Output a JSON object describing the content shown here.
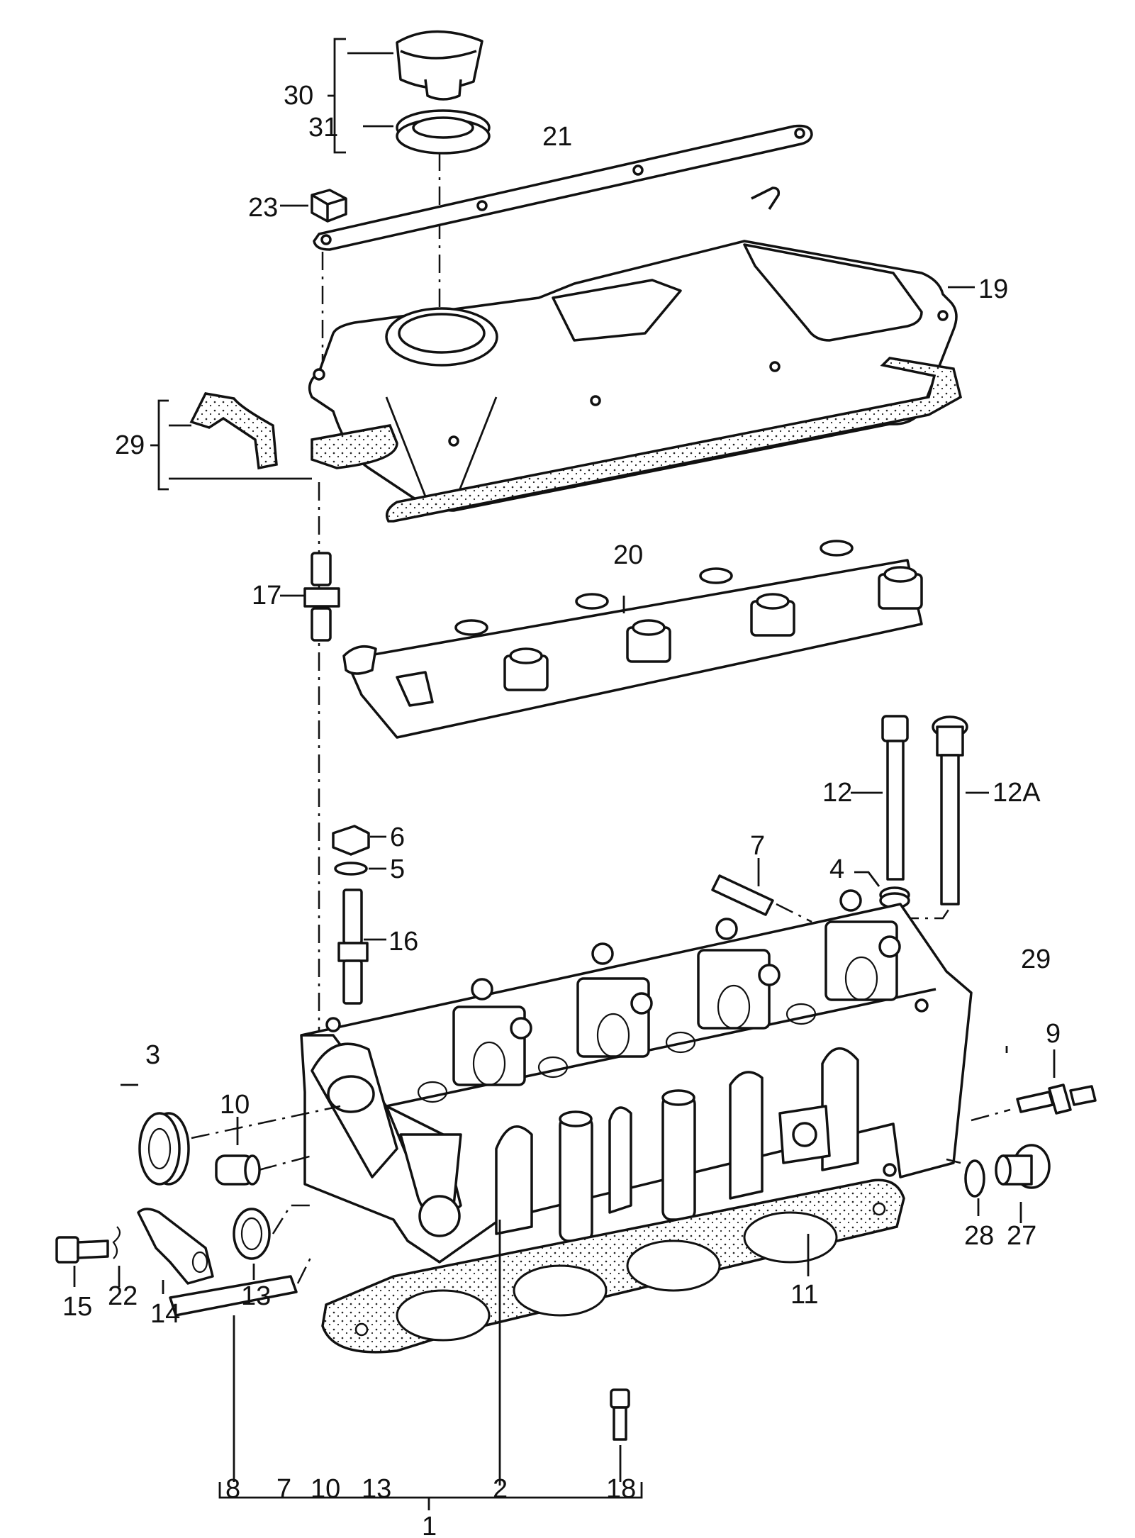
{
  "diagram": {
    "labels": [
      {
        "id": "p30",
        "text": "30"
      },
      {
        "id": "p31",
        "text": "31"
      },
      {
        "id": "p21",
        "text": "21"
      },
      {
        "id": "p23",
        "text": "23"
      },
      {
        "id": "p19",
        "text": "19"
      },
      {
        "id": "p29a",
        "text": "29"
      },
      {
        "id": "p20",
        "text": "20"
      },
      {
        "id": "p17",
        "text": "17"
      },
      {
        "id": "p12",
        "text": "12"
      },
      {
        "id": "p12A",
        "text": "12A"
      },
      {
        "id": "p6",
        "text": "6"
      },
      {
        "id": "p5",
        "text": "5"
      },
      {
        "id": "p7",
        "text": "7"
      },
      {
        "id": "p4",
        "text": "4"
      },
      {
        "id": "p16",
        "text": "16"
      },
      {
        "id": "p29b",
        "text": "29"
      },
      {
        "id": "p9",
        "text": "9"
      },
      {
        "id": "p3",
        "text": "3"
      },
      {
        "id": "p10",
        "text": "10"
      },
      {
        "id": "p28",
        "text": "28"
      },
      {
        "id": "p27",
        "text": "27"
      },
      {
        "id": "p15",
        "text": "15"
      },
      {
        "id": "p22",
        "text": "22"
      },
      {
        "id": "p14",
        "text": "14"
      },
      {
        "id": "p13",
        "text": "13"
      },
      {
        "id": "p11",
        "text": "11"
      },
      {
        "id": "b8",
        "text": "8"
      },
      {
        "id": "b7",
        "text": "7"
      },
      {
        "id": "b10",
        "text": "10"
      },
      {
        "id": "b13",
        "text": "13"
      },
      {
        "id": "b2",
        "text": "2"
      },
      {
        "id": "b18",
        "text": "18"
      },
      {
        "id": "b1",
        "text": "1"
      }
    ]
  }
}
